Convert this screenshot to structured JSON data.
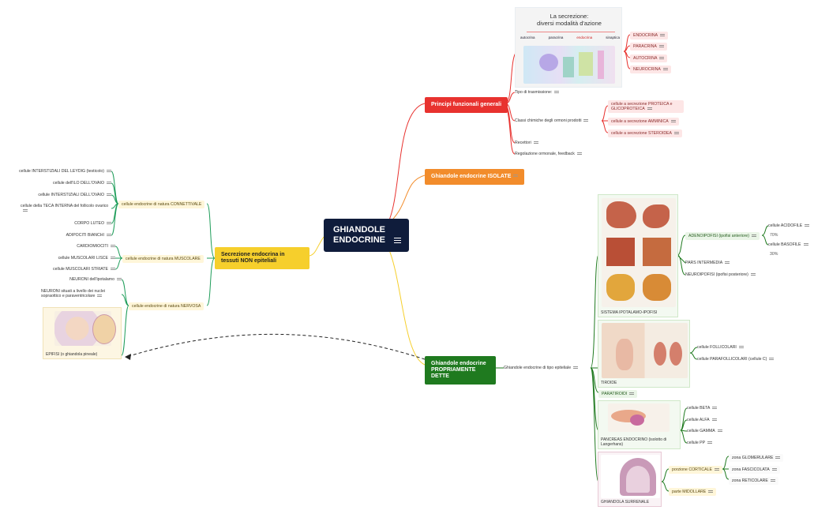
{
  "central": "GHIANDOLE ENDOCRINE",
  "branches": {
    "principi": {
      "label": "Principi funzionali generali",
      "secretion_image": {
        "title": "La secrezione:",
        "subtitle": "diversi modalità d'azione",
        "modes": [
          "autocrina",
          "paracrina",
          "endocrina",
          "sinaptica"
        ]
      },
      "tipo": "Tipo di trasmissione:",
      "tipi": [
        "ENDOCRINA",
        "PARACRINA",
        "AUTOCRINA",
        "NEUROCRINA"
      ],
      "classi": "Classi chimiche degli ormoni prodotti",
      "classi_items": [
        "cellule a secrezione PROTEICA e GLICOPROTEICA",
        "cellule a secrezione AMMINICA",
        "cellule a secrezione STEROIDEA"
      ],
      "recettori": "Recettori",
      "regolazione": "Regolazione ormonale, feedback"
    },
    "isolate": {
      "label": "Ghiandole endocrine ISOLATE"
    },
    "tessuti": {
      "label": "Secrezione endocrina in tessuti NON epiteliali",
      "connettivale": {
        "label": "cellule endocrine di natura CONNETTIVALE",
        "items": [
          "cellule INTERSTIZIALI DEL LEYDIG (testicolo)",
          "cellule dell'ILO DELL'OVAIO",
          "cellule INTERSTIZIALI DELL'OVAIO",
          "cellule della TECA INTERNA del follicolo ovarico",
          "CORPO LUTEO",
          "ADIPOCITI BIANCHI"
        ]
      },
      "muscolare": {
        "label": "cellule endocrine di natura MUSCOLARE",
        "items": [
          "CARDIOMIOCITI",
          "cellule MUSCOLARI LISCE",
          "cellule MUSCOLARI STRIATE"
        ]
      },
      "nervosa": {
        "label": "cellule endocrine di natura NERVOSA",
        "items": [
          "NEURONI dell'ipotalamo",
          "NEURONI situati a livello dei nuclei sopraottico e paraventricolare",
          "EPIFISI (o ghiandola pineale)"
        ]
      }
    },
    "proprie": {
      "label": "Ghiandole endocrine PROPRIAMENTE DETTE",
      "tipo_epiteliale": "Ghiandole endocrine di tipo epiteliale",
      "ipotalamo": {
        "label": "SISTEMA IPOTALAMO-IPOFISI",
        "adenoipofisi": "ADENOIPOFISI (ipofisi anteriore)",
        "acidofile": "cellule ACIDOFILE",
        "acidofile_pct": "70%",
        "basofile": "cellule BASOFILE",
        "basofile_pct": "30%",
        "intermedia": "PARS INTERMEDIA",
        "neuroipofisi": "NEUROIPOFISI (ipofisi posteriore)"
      },
      "tiroide": {
        "label": "TIROIDE",
        "items": [
          "cellule FOLLICOLARI",
          "cellule PARAFOLLICOLARI (cellule C)"
        ]
      },
      "paratiroidi": "PARATIROIDI",
      "pancreas": {
        "label": "PANCREAS ENDOCRINO (isolotto di Langerhans)",
        "items": [
          "cellule BETA",
          "cellule ALFA",
          "cellule GAMMA",
          "cellule PP"
        ]
      },
      "surrenale": {
        "label": "GHIANDOLA SURRENALE",
        "corticale": "porzione CORTICALE",
        "zone": [
          "zona GLOMERULARE",
          "zona FASCICOLATA",
          "zona RETICOLARE"
        ],
        "midollare": "parte MIDOLLARE"
      }
    }
  },
  "colors": {
    "central": "#0f1c3b",
    "red": "#e8322f",
    "orange": "#f28c2b",
    "yellow": "#f6cf2c",
    "green": "#1f7a1f"
  }
}
